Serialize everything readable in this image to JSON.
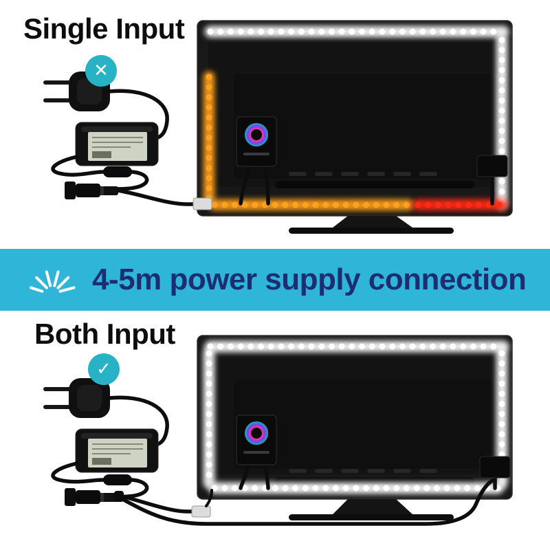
{
  "colors": {
    "page_bg": "#ffffff",
    "banner_bg": "#2eb5d8",
    "banner_text": "#1c2d72",
    "badge_teal": "#27b2c6",
    "led_white": "#ffffff",
    "led_orange": "#ffa01e",
    "led_red": "#ff2b12",
    "tv_body": "#181818",
    "cable": "#0d0d0d"
  },
  "single_input": {
    "title": "Single Input",
    "badge_glyph": "✕",
    "led_state": {
      "top": "white",
      "right": "white",
      "left": "orange (voltage drop)",
      "bottom_left": "orange (voltage drop)",
      "bottom_right": "red (voltage drop)"
    }
  },
  "banner": {
    "icon": "shine-icon",
    "text": "4-5m power supply connection"
  },
  "both_input": {
    "title": "Both Input",
    "badge_glyph": "✓",
    "led_state": {
      "top": "white",
      "right": "white",
      "left": "white",
      "bottom": "white"
    }
  }
}
